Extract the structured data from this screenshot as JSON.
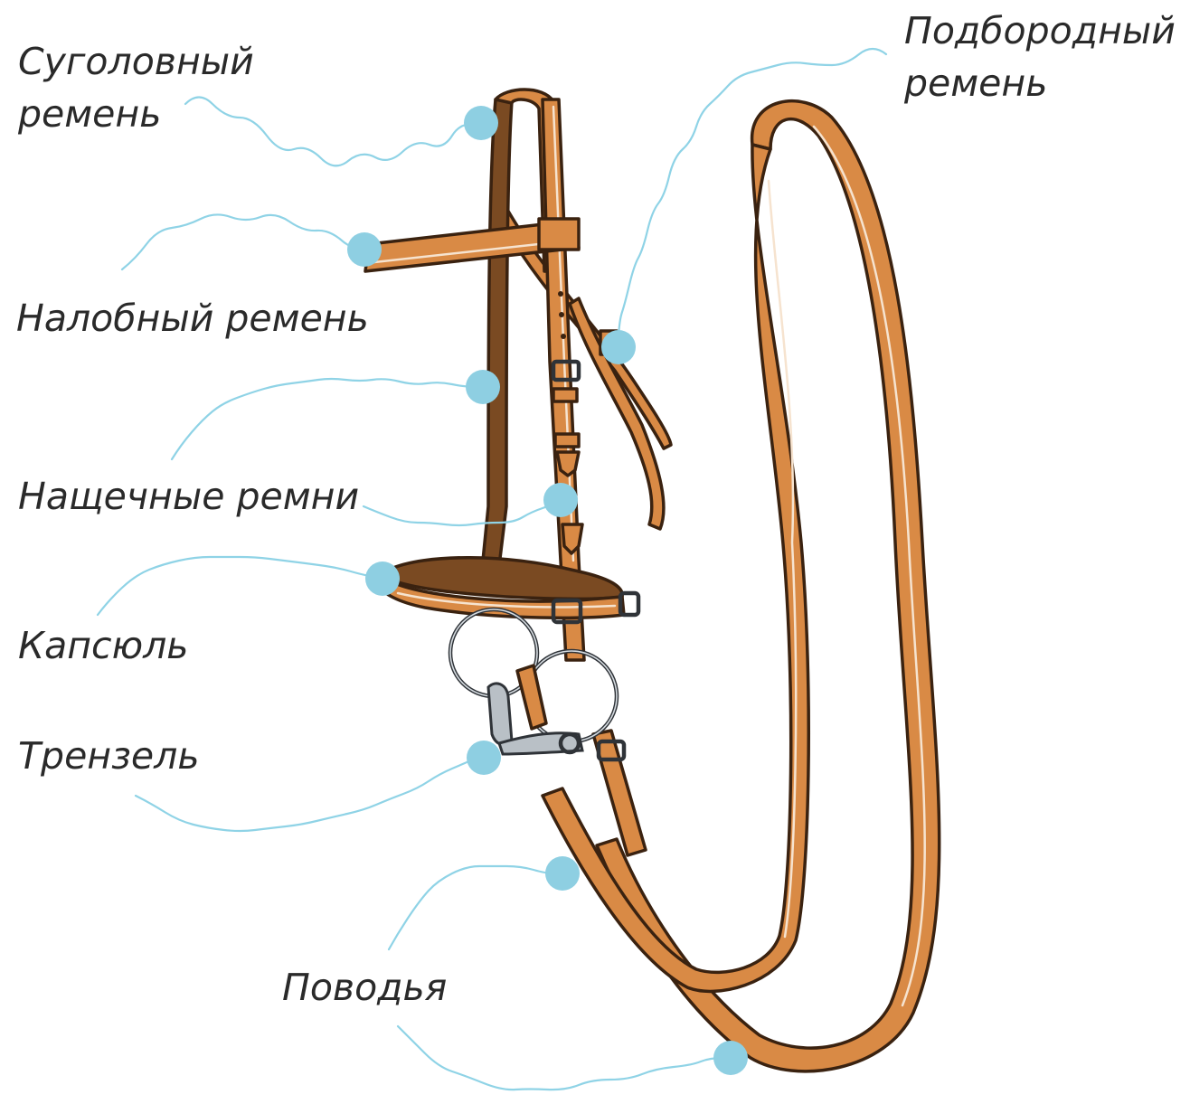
{
  "title": "",
  "colors": {
    "leather": "#d98a45",
    "leather_dark": "#3a2210",
    "callout": "#8ecfe2",
    "metal": "#2f3338"
  },
  "labels": {
    "crownpiece": [
      "Суголовный",
      "ремень"
    ],
    "throatlatch": [
      "Подбородный",
      "ремень"
    ],
    "browband": "Налобный ремень",
    "cheekpieces": "Нащечные ремни",
    "noseband": "Капсюль",
    "bit": "Трензель",
    "reins": "Поводья"
  }
}
